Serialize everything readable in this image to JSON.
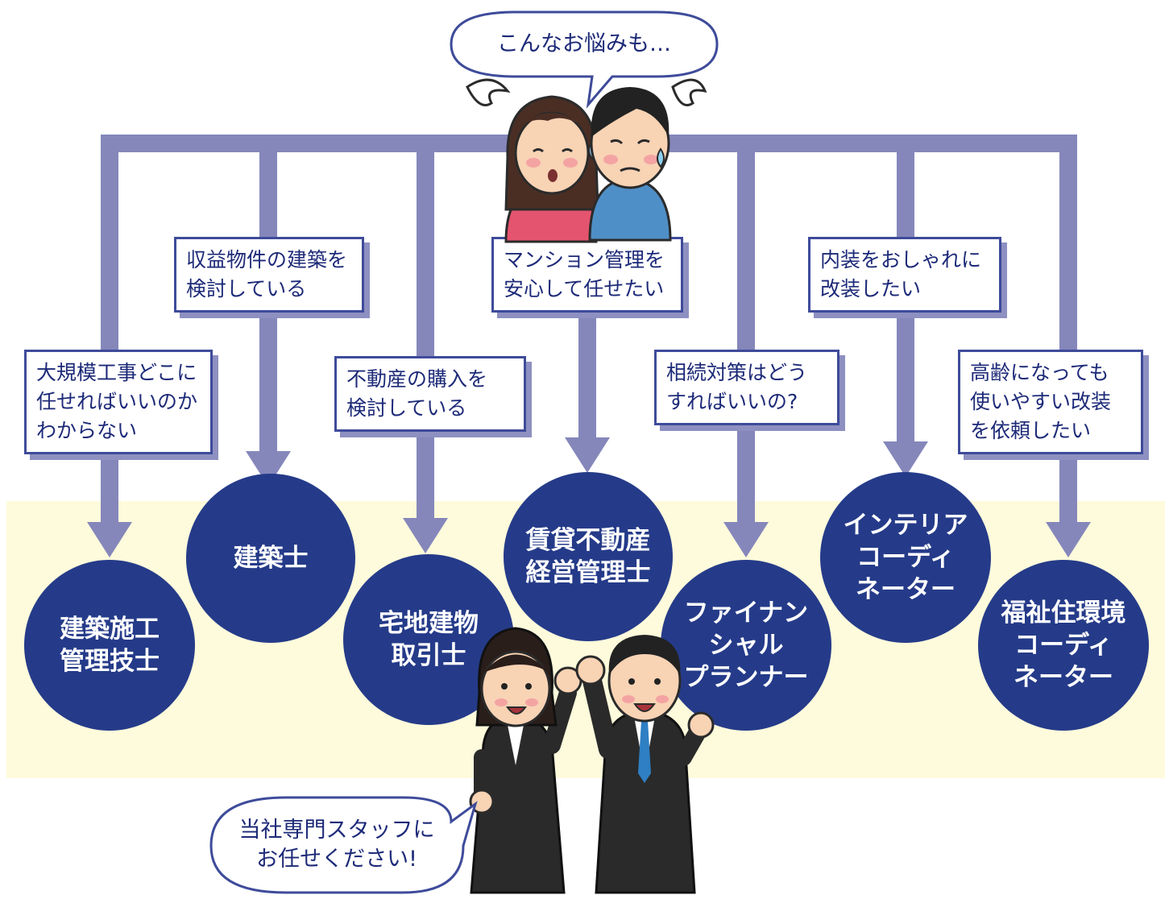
{
  "top_bubble": "こんなお悩みも…",
  "bottom_bubble": "当社専門スタッフに\nお任せください!",
  "concerns": [
    {
      "id": "c1",
      "text": "大規模工事どこに\n任せればいいのか\nわからない"
    },
    {
      "id": "c2",
      "text": "収益物件の建築を\n検討している"
    },
    {
      "id": "c3",
      "text": "不動産の購入を\n検討している"
    },
    {
      "id": "c4",
      "text": "マンション管理を\n安心して任せたい"
    },
    {
      "id": "c5",
      "text": "相続対策はどう\nすればいいの?"
    },
    {
      "id": "c6",
      "text": "内装をおしゃれに\n改装したい"
    },
    {
      "id": "c7",
      "text": "高齢になっても\n使いやすい改装\nを依頼したい"
    }
  ],
  "experts": [
    {
      "id": "e1",
      "text": "建築施工\n管理技士"
    },
    {
      "id": "e2",
      "text": "建築士"
    },
    {
      "id": "e3",
      "text": "宅地建物\n取引士"
    },
    {
      "id": "e4",
      "text": "賃貸不動産\n経営管理士"
    },
    {
      "id": "e5",
      "text": "ファイナン\nシャル\nプランナー"
    },
    {
      "id": "e6",
      "text": "インテリア\nコーディ\nネーター"
    },
    {
      "id": "e7",
      "text": "福祉住環境\nコーディ\nネーター"
    }
  ],
  "colors": {
    "connector": "#8587bb",
    "expert_circle": "#253b89",
    "box_border": "#3e4b9a",
    "box_shadow": "#8d90c0",
    "band": "#fefbdc",
    "text": "#1d2a78"
  }
}
